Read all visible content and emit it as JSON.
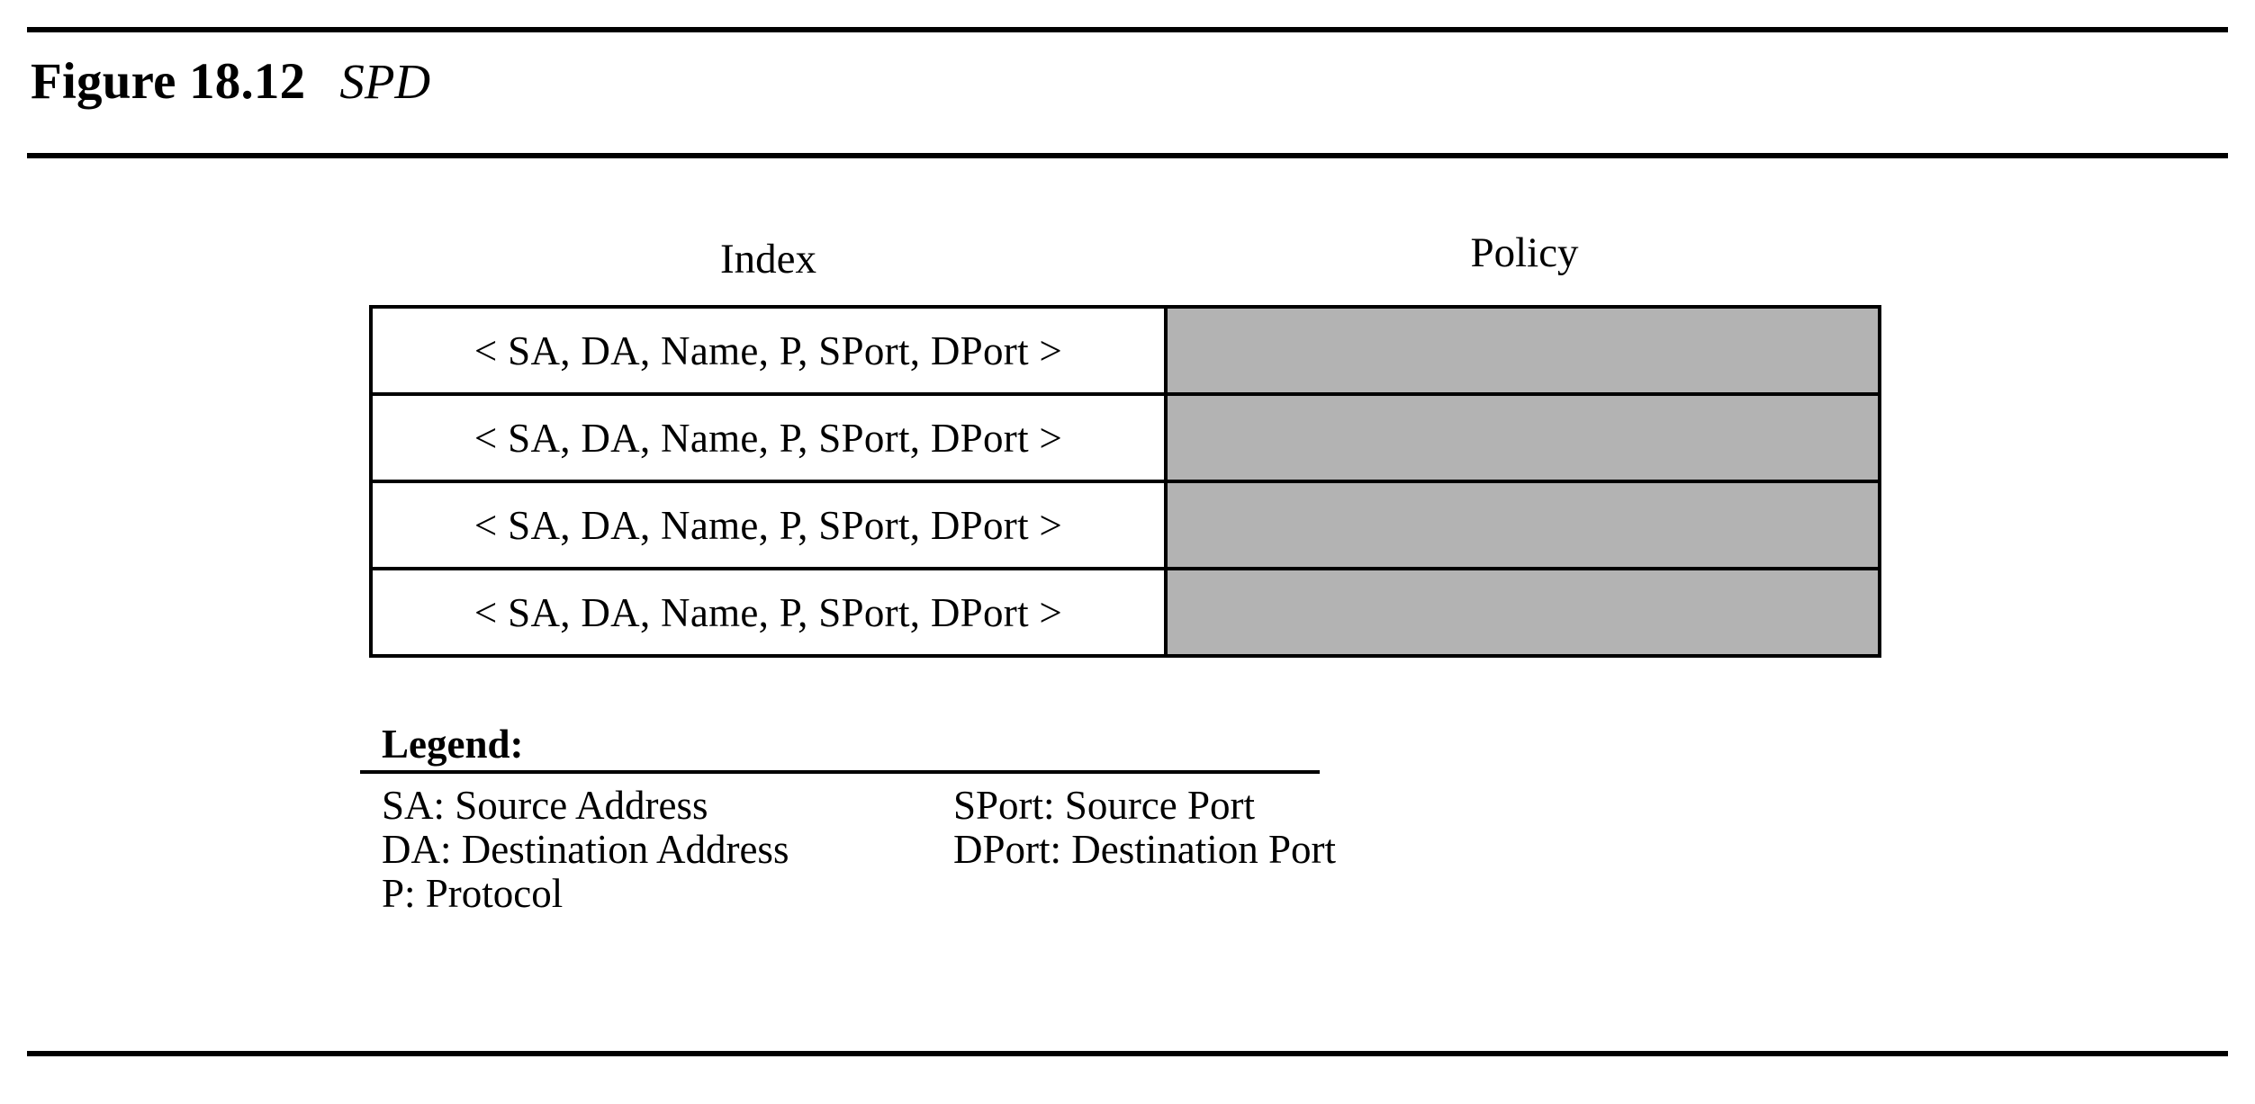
{
  "figure": {
    "label": "Figure 18.12",
    "title": "SPD"
  },
  "table": {
    "headers": {
      "index": "Index",
      "policy": "Policy"
    },
    "rows": [
      {
        "index": "< SA, DA, Name, P, SPort, DPort >",
        "policy": ""
      },
      {
        "index": "< SA, DA, Name, P, SPort, DPort >",
        "policy": ""
      },
      {
        "index": "< SA, DA, Name, P, SPort, DPort >",
        "policy": ""
      },
      {
        "index": "< SA, DA, Name, P, SPort, DPort >",
        "policy": ""
      }
    ],
    "policy_fill_color": "#b3b3b3",
    "border_color": "#000000"
  },
  "legend": {
    "heading": "Legend:",
    "entries": [
      {
        "left": "SA: Source Address",
        "right": "SPort: Source Port"
      },
      {
        "left": "DA: Destination Address",
        "right": "DPort: Destination Port"
      },
      {
        "left": "P: Protocol",
        "right": ""
      }
    ]
  },
  "rules": {
    "color": "#000000"
  }
}
